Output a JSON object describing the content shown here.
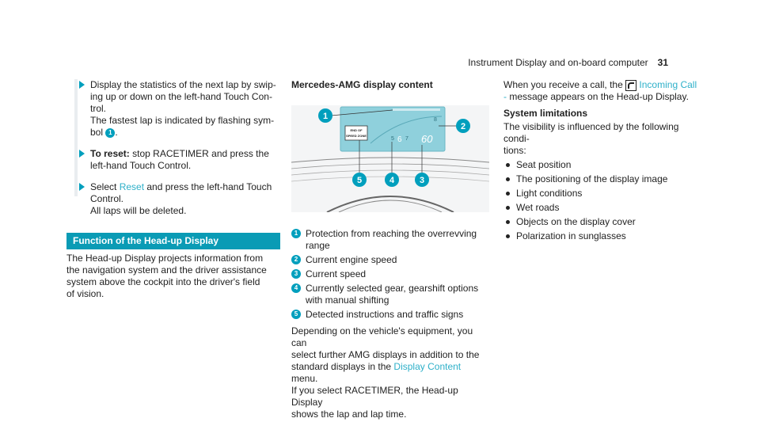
{
  "header": {
    "title": "Instrument Display and on-board computer",
    "page": "31"
  },
  "col1": {
    "steps": [
      {
        "line1": "Display the statistics of the next lap by swip-",
        "line2": "ing up or down on the left-hand Touch Con-",
        "line3": "trol.",
        "line4": "The fastest lap is indicated by flashing sym-",
        "line5a": "bol ",
        "badge": "1",
        "line5b": "."
      },
      {
        "bold": "To reset:",
        "line1": " stop RACETIMER and press the",
        "line2": "left-hand Touch Control."
      },
      {
        "pre": "Select ",
        "link": "Reset",
        "post": " and press the left-hand Touch",
        "line2": "Control.",
        "line3": "All laps will be deleted."
      }
    ],
    "section_title": "Function of the Head-up Display",
    "body": [
      "The Head-up Display projects information from",
      "the navigation system and the driver assistance",
      "system above the cockpit into the driver's field",
      "of vision."
    ]
  },
  "col2": {
    "title": "Mercedes-AMG display content",
    "figure": {
      "sign_line1": "END OF",
      "sign_line2": "SPEED ZONE",
      "gear_left": "5",
      "gear_mid": "6",
      "gear_right": "7",
      "speed": "60",
      "limit_gear": "8",
      "callouts": [
        "1",
        "2",
        "3",
        "4",
        "5"
      ]
    },
    "legend": [
      {
        "n": "1",
        "l1": "Protection from reaching the overrevving",
        "l2": "range"
      },
      {
        "n": "2",
        "l1": "Current engine speed",
        "l2": ""
      },
      {
        "n": "3",
        "l1": "Current speed",
        "l2": ""
      },
      {
        "n": "4",
        "l1": "Currently selected gear, gearshift options",
        "l2": "with manual shifting"
      },
      {
        "n": "5",
        "l1": "Detected instructions and traffic signs",
        "l2": ""
      }
    ],
    "para": {
      "l1": "Depending on the vehicle's equipment, you can",
      "l2": "select further AMG displays in addition to the",
      "l3a": "standard displays in the ",
      "l3link": "Display Content",
      "l3b": " menu.",
      "l4": "If you select RACETIMER, the Head-up Display",
      "l5": "shows the lap and lap time."
    }
  },
  "col3": {
    "intro_a": "When you receive a call, the ",
    "intro_link": "Incoming Call",
    "intro_link2": "-",
    "intro_b": " message appears on the Head-up Display.",
    "section": "System limitations",
    "lead1": "The visibility is influenced by the following condi-",
    "lead2": "tions:",
    "bullets": [
      "Seat position",
      "The positioning of the display image",
      "Light conditions",
      "Wet roads",
      "Objects on the display cover",
      "Polarization in sunglasses"
    ]
  },
  "colors": {
    "accent": "#009fbd",
    "link": "#2eb0c9",
    "section_bar": "#0a9bb5"
  },
  "icons": {
    "step": "arrow-right-icon",
    "phone": "phone-icon"
  }
}
